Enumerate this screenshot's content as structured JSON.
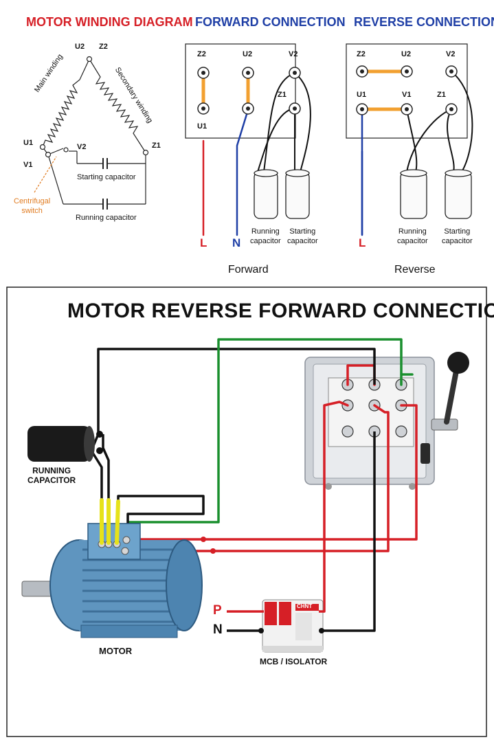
{
  "winding": {
    "title": "MOTOR WINDING DIAGRAM",
    "main_winding": "Main winding",
    "secondary_winding": "Secondary winding",
    "centrifugal_switch": "Centrifugal\nswitch",
    "starting_capacitor": "Starting capacitor",
    "running_capacitor": "Running capacitor",
    "terminals": {
      "u2": "U2",
      "z2": "Z2",
      "u1": "U1",
      "v1": "V1",
      "v2": "V2",
      "z1": "Z1"
    }
  },
  "forward": {
    "title": "FORWARD CONNECTION",
    "caption": "Forward",
    "terminals": {
      "z2": "Z2",
      "u2": "U2",
      "v2": "V2",
      "u1": "U1",
      "z1": "Z1"
    },
    "line_l": "L",
    "line_n": "N",
    "running_capacitor": "Running\ncapacitor",
    "starting_capacitor": "Starting\ncapacitor"
  },
  "reverse": {
    "title": "REVERSE CONNECTION",
    "caption": "Reverse",
    "terminals": {
      "z2": "Z2",
      "u2": "U2",
      "v2": "V2",
      "u1": "U1",
      "v1": "V1",
      "z1": "Z1"
    },
    "line_l": "L",
    "running_capacitor": "Running\ncapacitor",
    "starting_capacitor": "Starting\ncapacitor"
  },
  "bottom": {
    "title": "MOTOR REVERSE FORWARD CONNECTION",
    "running_capacitor": "RUNNING\nCAPACITOR",
    "motor": "MOTOR",
    "mcb": "MCB / ISOLATOR",
    "p": "P",
    "n": "N",
    "mcb_brand": "CHNT"
  },
  "colors": {
    "red": "#d61f26",
    "blue": "#1f3fa6",
    "green": "#1a8f2e",
    "orange": "#f2a030",
    "yellow": "#e6e21a",
    "motor_blue": "#5f95bf"
  }
}
